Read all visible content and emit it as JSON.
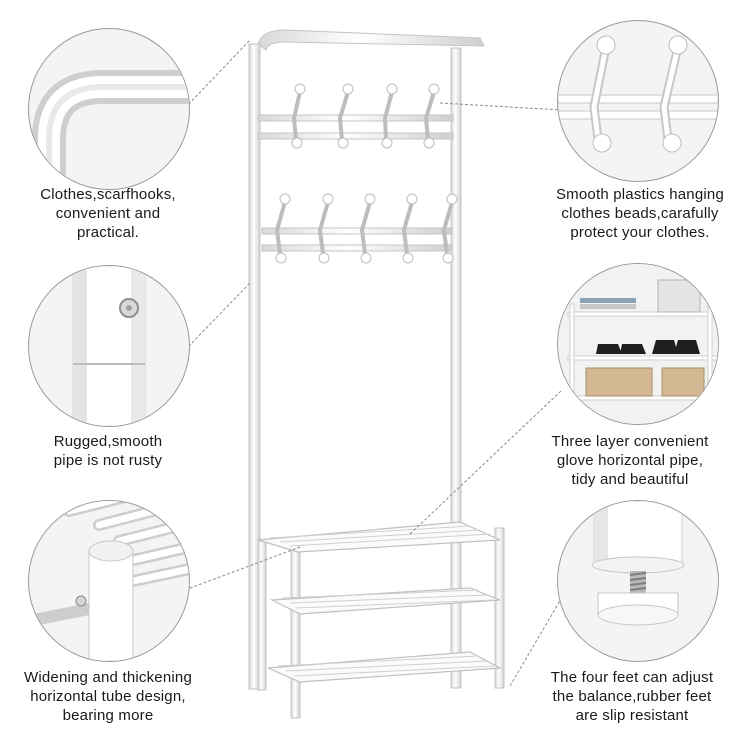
{
  "callouts": [
    {
      "id": "hooks",
      "lines": [
        "Clothes,scarfhooks,",
        "convenient and",
        "practical."
      ]
    },
    {
      "id": "beads",
      "lines": [
        "Smooth plastics hanging",
        "clothes beads,carafully",
        "protect your clothes."
      ]
    },
    {
      "id": "pipe",
      "lines": [
        "Rugged,smooth",
        "pipe is not rusty"
      ]
    },
    {
      "id": "shelves",
      "lines": [
        "Three layer convenient",
        "glove horizontal pipe,",
        "tidy and beautiful"
      ]
    },
    {
      "id": "tube",
      "lines": [
        "Widening and thickening",
        "horizontal tube design,",
        "bearing more"
      ]
    },
    {
      "id": "feet",
      "lines": [
        "The four feet can adjust",
        "the balance,rubber feet",
        "are slip resistant"
      ]
    }
  ],
  "colors": {
    "rack": "#f7f7f7",
    "rack_outline": "#c9c9c9",
    "circle_border": "#9a9a9a",
    "leader": "#8c8c8c",
    "text": "#1a1a1a"
  }
}
